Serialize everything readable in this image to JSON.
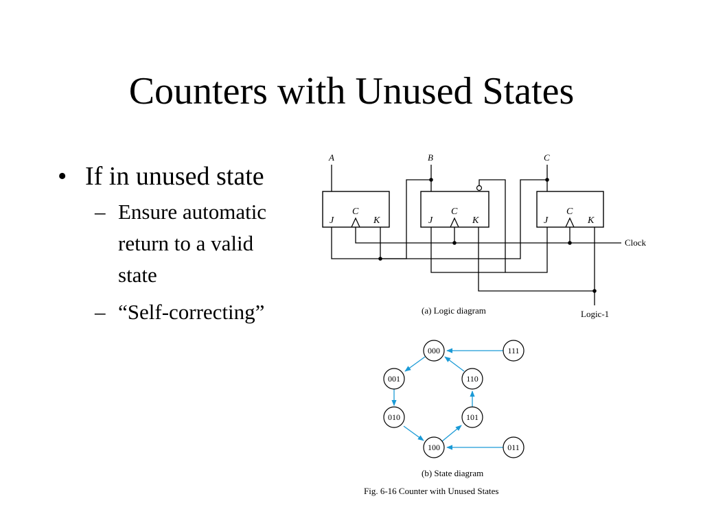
{
  "slide": {
    "title": "Counters with Unused States",
    "bullet": "If in unused state",
    "bullet_mark": "•",
    "sub_mark": "–",
    "sub1_lines": [
      "Ensure automatic",
      "return to a valid",
      "state"
    ],
    "sub2": "“Self-correcting”"
  },
  "figure": {
    "outputs": {
      "a": "A",
      "b": "B",
      "c": "C"
    },
    "pins": {
      "j": "J",
      "c": "C",
      "k": "K"
    },
    "clock_label": "Clock",
    "logic_label": "Logic-1",
    "caption_a": "(a) Logic diagram",
    "caption_b": "(b) State diagram",
    "fig_caption": "Fig. 6-16  Counter with Unused States",
    "arrow_color": "#1a9ad6"
  },
  "states": {
    "s000": "000",
    "s001": "001",
    "s010": "010",
    "s100": "100",
    "s101": "101",
    "s110": "110",
    "s111": "111",
    "s011": "011"
  }
}
